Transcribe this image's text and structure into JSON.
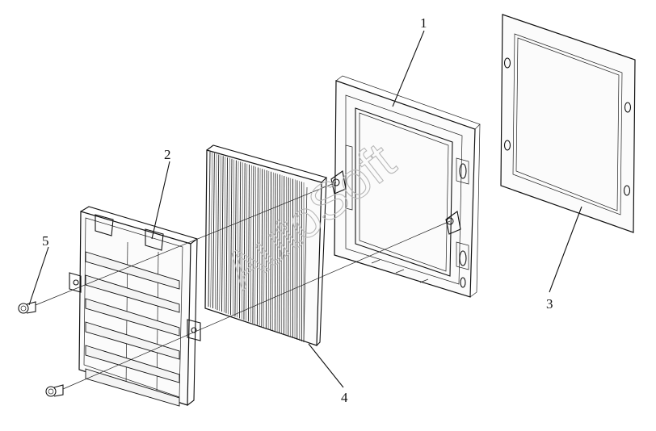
{
  "diagram": {
    "callouts": [
      {
        "id": "callout-1",
        "text": "1"
      },
      {
        "id": "callout-2",
        "text": "2"
      },
      {
        "id": "callout-3",
        "text": "3"
      },
      {
        "id": "callout-4",
        "text": "4"
      },
      {
        "id": "callout-5",
        "text": "5"
      }
    ],
    "watermark": "AutoSoft",
    "line_color": "#111111"
  }
}
